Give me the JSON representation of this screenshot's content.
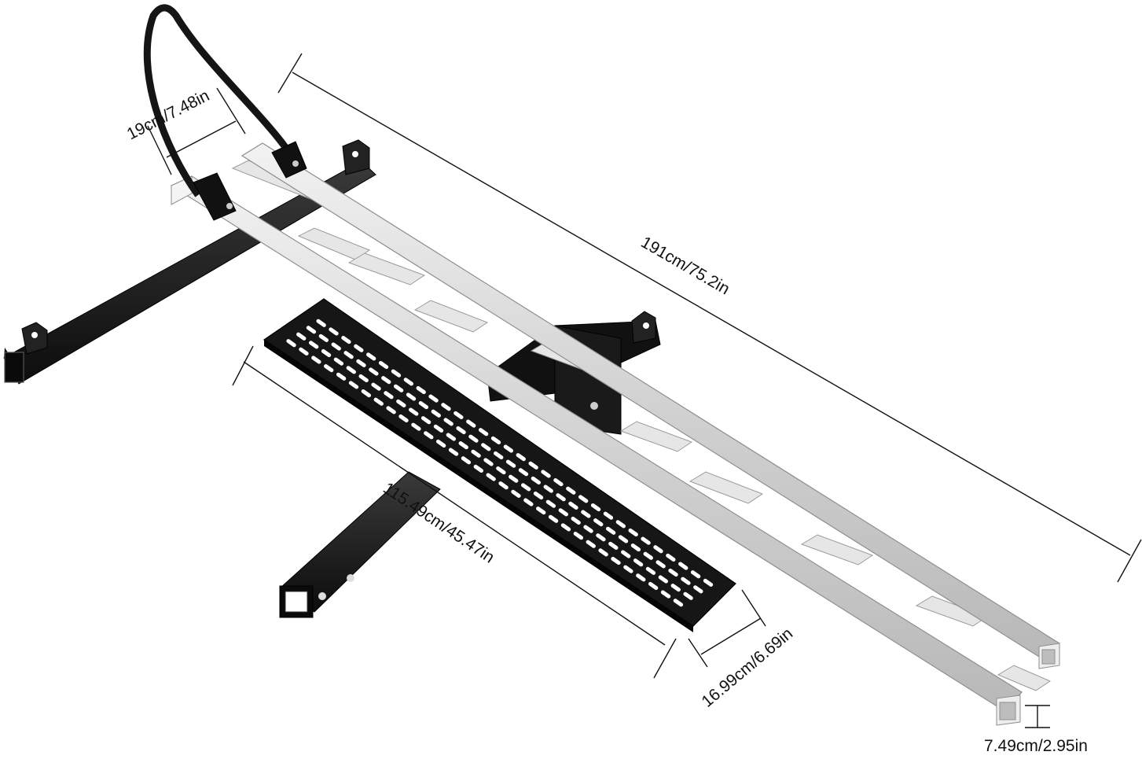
{
  "diagram": {
    "colors": {
      "rail": "#d8d8d8",
      "rail_edge": "#9a9a9a",
      "steel": "#1c1c1c",
      "steel_edge": "#000000",
      "dim_line": "#111111",
      "background": "#ffffff"
    },
    "dimensions": {
      "wheel_chock_width": "19cm/7.48in",
      "total_length": "191cm/75.2in",
      "loading_ramp_length": "115.49cm/45.47in",
      "loading_ramp_width": "16.99cm/6.69in",
      "rail_height": "7.49cm/2.95in"
    }
  }
}
